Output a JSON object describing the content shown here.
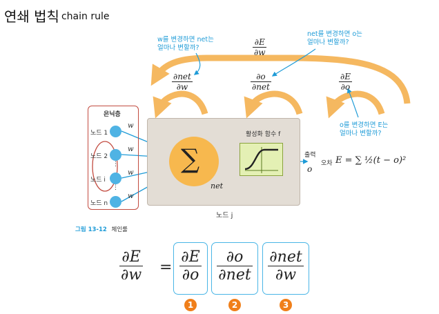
{
  "title": {
    "main": "연쇄 법칙",
    "sub": "chain rule"
  },
  "notes": {
    "w_change": [
      "w를 변경하면 net는",
      "얼마나 변할까?"
    ],
    "net_change": [
      "net를 변경하면 o는",
      "얼마나 변할까?"
    ],
    "o_change": [
      "o를 변경하면 E는",
      "얼마나 변할까?"
    ]
  },
  "top_fraction": {
    "num": "∂E",
    "den": "∂w"
  },
  "partials": {
    "p1": {
      "num": "∂net",
      "den": "∂w"
    },
    "p2": {
      "num": "∂o",
      "den": "∂net"
    },
    "p3": {
      "num": "∂E",
      "den": "∂o"
    }
  },
  "hidden_layer": {
    "label": "은닉층",
    "nodes": [
      "노드 1",
      "노드 2",
      "노드 i",
      "노드 n"
    ],
    "weights": [
      "w",
      "w",
      "w",
      "w"
    ],
    "dots": "⋮"
  },
  "node": {
    "sum_symbol": "∑",
    "net_label": "net",
    "activation_label": "활성화 함수 f",
    "node_label": "노드 j"
  },
  "output": {
    "label": "출력",
    "symbol": "o",
    "error_label": "오차",
    "error_formula": "E = ∑ ½(t − o)²"
  },
  "caption": {
    "figure": "그림 13-12",
    "text": "체인룰"
  },
  "equation": {
    "lhs": {
      "num": "∂E",
      "den": "∂w"
    },
    "terms": [
      {
        "num": "∂E",
        "den": "∂o",
        "badge": "1"
      },
      {
        "num": "∂o",
        "den": "∂net",
        "badge": "2"
      },
      {
        "num": "∂net",
        "den": "∂w",
        "badge": "3"
      }
    ]
  },
  "colors": {
    "orange": "#f5b860",
    "sum_circle": "#f7b84e",
    "blue": "#1e9bd7",
    "node_fill": "#4fb3e4",
    "box_fill": "#e3ddd5",
    "red": "#c24a3f",
    "activation_fill": "#e4f0b4",
    "badge": "#f07f1a"
  }
}
